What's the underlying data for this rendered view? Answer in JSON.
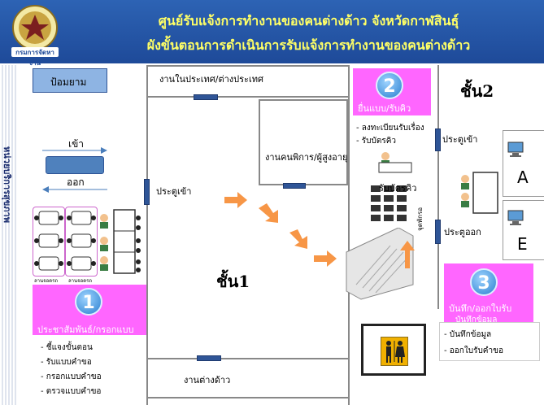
{
  "header": {
    "title": "ศูนย์รับแจ้งการทำงานของคนต่างด้าว  จังหวัดกาฬสินธุ์",
    "subtitle": "ผังขั้นตอนการดำเนินการรับแจ้งการทำงานของคนต่างด้าว",
    "logo_text": "กรมการจัดหางาน"
  },
  "sidebar": {
    "label": "หน่วยบริการสุขภาพ"
  },
  "rooms": {
    "guard": "ป้อมยาม",
    "domestic": "งานในประเทศ/ต่างประเทศ",
    "elderly": "งานคนพิการ/ผู้สูงอายุ",
    "foreign": "งานต่างด้าว",
    "floor1": "ชั้น1",
    "floor2": "ชั้น2",
    "gate_label": "รับบัตรคิว",
    "stair_label": "จุดพักรอ"
  },
  "entrance": {
    "in": "เข้า",
    "out": "ออก"
  },
  "doors": {
    "entry1": "ประตูเข้า",
    "entry2": "ประตูเข้า",
    "exit2": "ประตูออก"
  },
  "tables": {
    "t1": "ลานจอดรถ",
    "t2": "ลานจอดรถ"
  },
  "counters": {
    "a": "A",
    "e": "E"
  },
  "steps": [
    {
      "num": "1",
      "title": "ประชาสัมพันธ์/กรอกแบบ",
      "items": [
        "ชี้แจงขั้นตอน",
        "รับแบบคำขอ",
        "กรอกแบบคำขอ",
        "ตรวจแบบคำขอ"
      ]
    },
    {
      "num": "2",
      "title": "ยื่นแบบ/รับคิว",
      "items": [
        "- ลงทะเบียนรับเรื่อง",
        "- รับบัตรคิว"
      ]
    },
    {
      "num": "3",
      "title": "บันทึก/ออกใบรับ",
      "title2": "บันทึกข้อมูล",
      "items": [
        "- บันทึกข้อมูล",
        "- ออกใบรับคำขอ"
      ]
    }
  ],
  "colors": {
    "header": "#2d63b4",
    "title": "#ffff66",
    "step": "#ff66ff",
    "arrow": "#f79646"
  }
}
